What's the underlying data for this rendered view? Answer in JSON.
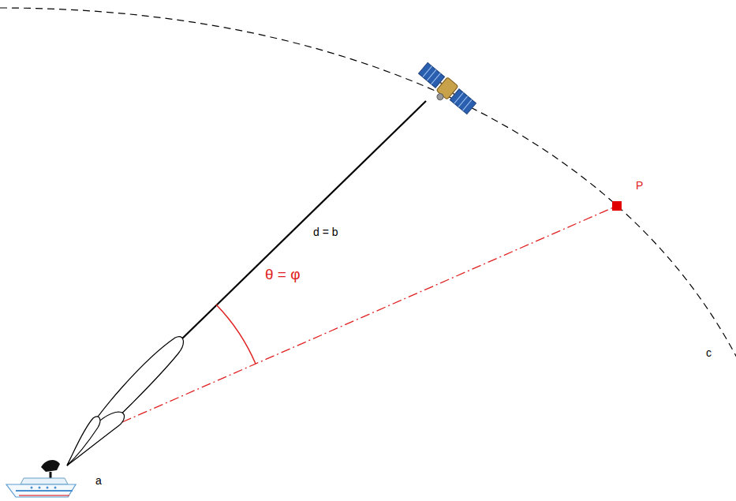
{
  "diagram": {
    "labels": [
      "d = b",
      "θ = φ",
      "P",
      "a",
      "c"
    ]
  }
}
